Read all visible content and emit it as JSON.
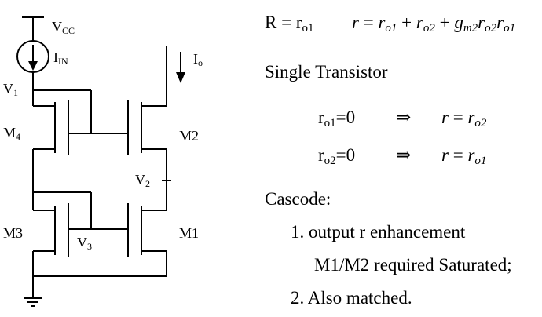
{
  "circuit": {
    "vcc": {
      "main": "V",
      "sub": "CC"
    },
    "iin": {
      "main": "I",
      "sub": "IN"
    },
    "v1": {
      "main": "V",
      "sub": "1"
    },
    "m4": {
      "main": "M",
      "sub": "4"
    },
    "m2": "M2",
    "v2": {
      "main": "V",
      "sub": "2"
    },
    "m3": "M3",
    "v3": {
      "main": "V",
      "sub": "3"
    },
    "m1": "M1",
    "io": {
      "main": "I",
      "sub": "o"
    }
  },
  "equations": {
    "R_lhs": "R = r",
    "R_sub": "o1",
    "r_lhs": "r",
    "eq": "=",
    "plus": "+",
    "r_o": "r",
    "s_o1": "o1",
    "s_o2": "o2",
    "g": "g",
    "s_m2": "m2"
  },
  "single_transistor": {
    "heading": "Single Transistor",
    "row1": {
      "lhs": "r",
      "lhs_sub": "o1",
      "cond": "=0",
      "arrow": "⇒",
      "rhs_r": "r",
      "eq": "=",
      "rhs_o": "r",
      "rhs_sub": "o2"
    },
    "row2": {
      "lhs": "r",
      "lhs_sub": "o2",
      "cond": "=0",
      "arrow": "⇒",
      "rhs_r": "r",
      "eq": "=",
      "rhs_o": "r",
      "rhs_sub": "o1"
    }
  },
  "cascode": {
    "heading": "Cascode:",
    "item1": "1.  output r enhancement",
    "item1_detail": "M1/M2 required Saturated;",
    "item2": "2. Also matched."
  }
}
